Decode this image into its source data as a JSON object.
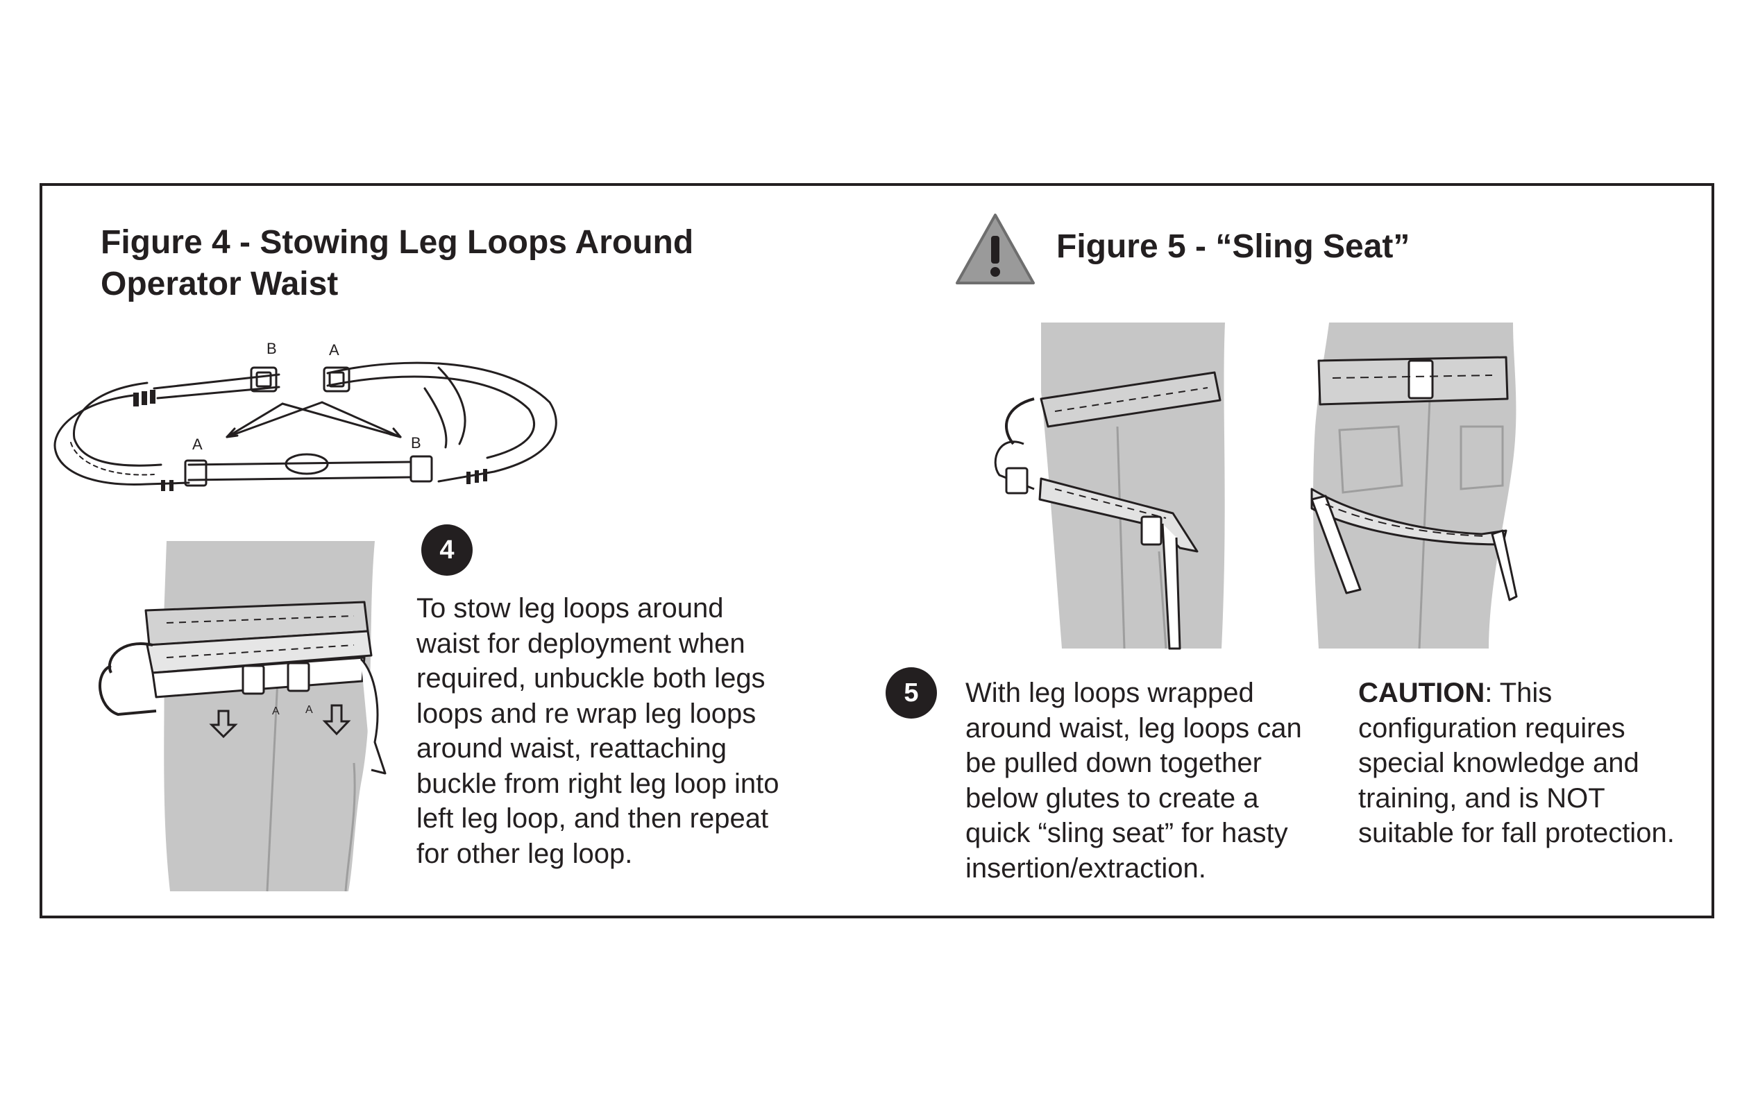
{
  "figure4": {
    "title_lines": [
      "Figure 4 - Stowing Leg Loops Around",
      "Operator Waist"
    ],
    "step_number": "4",
    "diagram_labels": {
      "b_top": "B",
      "a_top": "A",
      "a_bottom": "A",
      "b_bottom": "B",
      "a_small_1": "A",
      "a_small_2": "A"
    },
    "text_lines": [
      "To stow leg loops around",
      "waist for deployment when",
      "required, unbuckle both legs",
      "loops and re wrap leg loops",
      "around waist, reattaching",
      "buckle from right leg loop into",
      "left leg loop, and then repeat",
      "for other leg loop."
    ]
  },
  "figure5": {
    "title": "Figure 5 - “Sling Seat”",
    "warning_icon": "warning-triangle-icon",
    "step_number": "5",
    "text_lines": [
      "With leg loops wrapped",
      "around waist, leg loops can",
      "be pulled down together",
      "below glutes to create a",
      "quick “sling seat” for hasty",
      "insertion/extraction."
    ],
    "caution_label": "CAUTION",
    "caution_first_line_rest": ": This",
    "caution_lines": [
      "configuration requires",
      "special knowledge and",
      "training, and is NOT",
      "suitable for fall protection."
    ]
  },
  "colors": {
    "ink": "#231f20",
    "silhouette": "#c6c6c6",
    "warning_fill": "#9a9a9a"
  }
}
